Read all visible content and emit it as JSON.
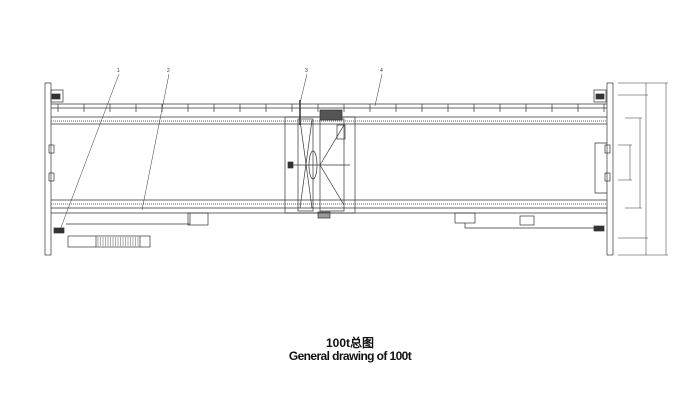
{
  "drawing": {
    "callouts": [
      "1",
      "2",
      "3",
      "4"
    ],
    "line_color": "#333333"
  },
  "caption": {
    "title": "100t总图",
    "subtitle": "General drawing of 100t"
  }
}
